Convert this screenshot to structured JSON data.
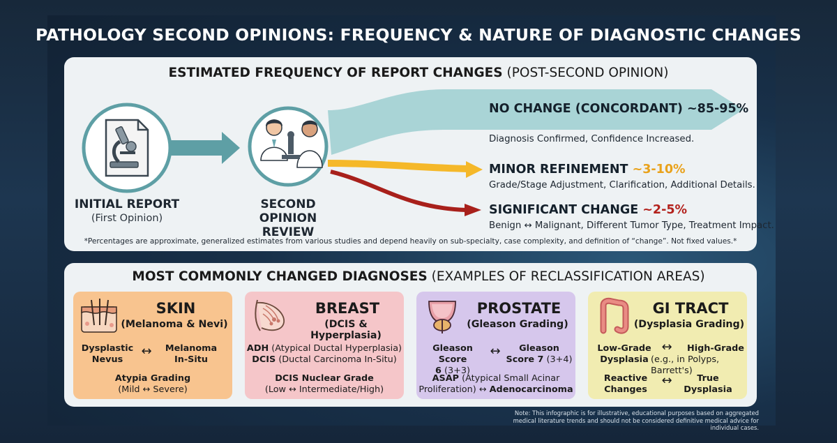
{
  "title": "PATHOLOGY SECOND OPINIONS: FREQUENCY & NATURE OF DIAGNOSTIC CHANGES",
  "freq_panel": {
    "title_bold": "ESTIMATED FREQUENCY OF REPORT CHANGES",
    "title_light": "(POST-SECOND OPINION)",
    "initial": {
      "label": "INITIAL REPORT",
      "sub": "(First Opinion)",
      "icon": "microscope-document-icon"
    },
    "review": {
      "label_line1": "SECOND OPINION",
      "label_line2": "REVIEW",
      "icon": "pathologists-icon"
    },
    "outcomes": [
      {
        "title": "NO CHANGE (CONCORDANT) ~85-95%",
        "desc": "Diagnosis Confirmed, Confidence Increased.",
        "color": "#a9d4d6"
      },
      {
        "title": "MINOR REFINEMENT",
        "pct": "~3-10%",
        "desc": "Grade/Stage Adjustment, Clarification, Additional Details.",
        "color": "#f5b829"
      },
      {
        "title": "SIGNIFICANT CHANGE",
        "pct": "~2-5%",
        "desc": "Benign ↔ Malignant, Different Tumor Type, Treatment Impact.",
        "color": "#a8201b"
      }
    ],
    "footnote": "*Percentages are approximate, generalized estimates from various studies and depend heavily on sub-specialty, case complexity, and definition of “change”. Not fixed values.*"
  },
  "diag_panel": {
    "title_bold": "MOST COMMONLY CHANGED DIAGNOSES",
    "title_light": "(EXAMPLES OF RECLASSIFICATION AREAS)",
    "cards": {
      "skin": {
        "title": "SKIN",
        "sub": "(Melanoma & Nevi)",
        "icon": "skin-layers-icon",
        "left1": "Dysplastic",
        "left2": "Nevus",
        "arrow": "↔",
        "right1": "Melanoma",
        "right2": "In-Situ",
        "grade": "Atypia Grading",
        "grade_sub": "(Mild ↔ Severe)"
      },
      "breast": {
        "title": "BREAST",
        "sub": "(DCIS & Hyperplasia)",
        "icon": "breast-tissue-icon",
        "l1_bold": "ADH",
        "l1_rest": "(Atypical Ductal Hyperplasia)",
        "l2_bold": "DCIS",
        "l2_rest": "(Ductal Carcinoma In-Situ)",
        "grade": "DCIS Nuclear Grade",
        "grade_sub": "(Low ↔ Intermediate/High)"
      },
      "prostate": {
        "title": "PROSTATE",
        "sub": "(Gleason Grading)",
        "icon": "prostate-bladder-icon",
        "left1": "Gleason Score",
        "left2_bold": "6",
        "left2_rest": "(3+3)",
        "arrow": "↔",
        "right1": "Gleason",
        "right2_bold": "Score 7",
        "right2_rest": "(3+4)",
        "asap_bold": "ASAP",
        "asap_rest1": "(Atypical Small Acinar",
        "asap_rest2": "Proliferation)",
        "asap_arrow": "↔",
        "asap_target": "Adenocarcinoma"
      },
      "gi": {
        "title": "GI TRACT",
        "sub": "(Dysplasia Grading)",
        "icon": "colon-icon",
        "left1": "Low-Grade",
        "left2": "Dysplasia",
        "arrow": "↔",
        "right1": "High-Grade",
        "right2": "(e.g., in Polyps, Barrett's)",
        "r_left1": "Reactive",
        "r_left2": "Changes",
        "r_right1": "True",
        "r_right2": "Dysplasia"
      }
    }
  },
  "note": "Note: This infographic is for illustrative, educational purposes based on aggregated medical literature trends and should not be considered definitive medical advice for individual cases."
}
